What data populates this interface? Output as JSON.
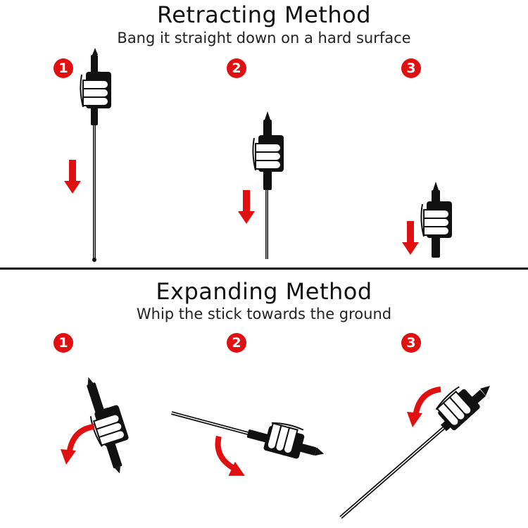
{
  "retracting": {
    "title": "Retracting Method",
    "subtitle": "Bang it straight down on a hard surface",
    "steps": [
      "1",
      "2",
      "3"
    ]
  },
  "expanding": {
    "title": "Expanding Method",
    "subtitle": "Whip the stick towards the ground",
    "steps": [
      "1",
      "2",
      "3"
    ]
  },
  "colors": {
    "accent": "#e01010",
    "ink": "#111111"
  }
}
